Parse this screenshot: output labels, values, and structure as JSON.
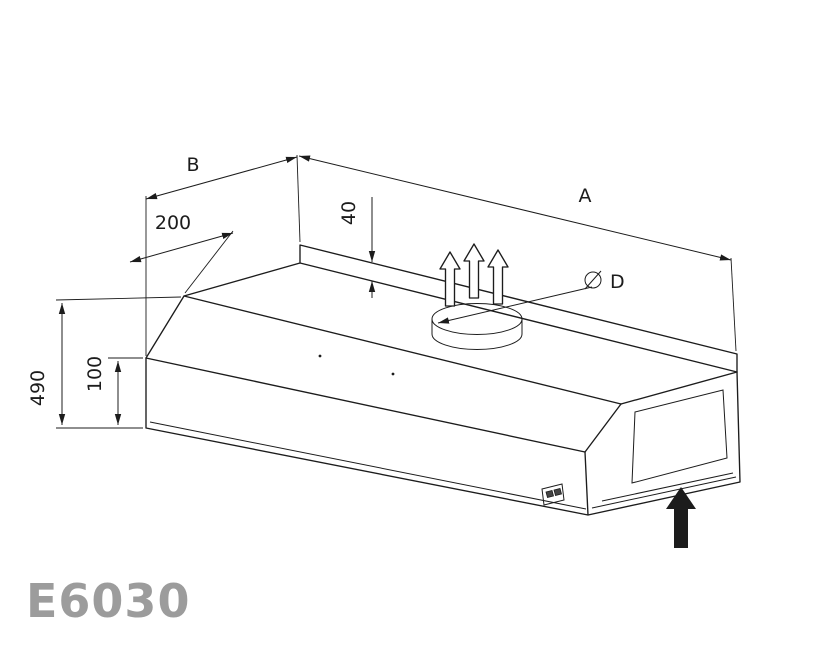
{
  "drawing": {
    "model": "E6030",
    "colors": {
      "line": "#1c1c1c",
      "model_text": "#9c9c9c",
      "background": "#ffffff"
    },
    "labels": {
      "length": "A",
      "depth": "B",
      "rear_offset": "200",
      "upstand_height": "40",
      "duct_symbol": "⌀",
      "duct_diameter": "D",
      "total_height": "490",
      "front_band_height": "100"
    },
    "icons": {
      "exhaust_arrows": "triple-hollow-up-arrow",
      "intake_arrow": "solid-up-arrow",
      "diameter_symbol": "circle-with-slash",
      "dimension_arrowhead": "filled-triangle"
    }
  }
}
